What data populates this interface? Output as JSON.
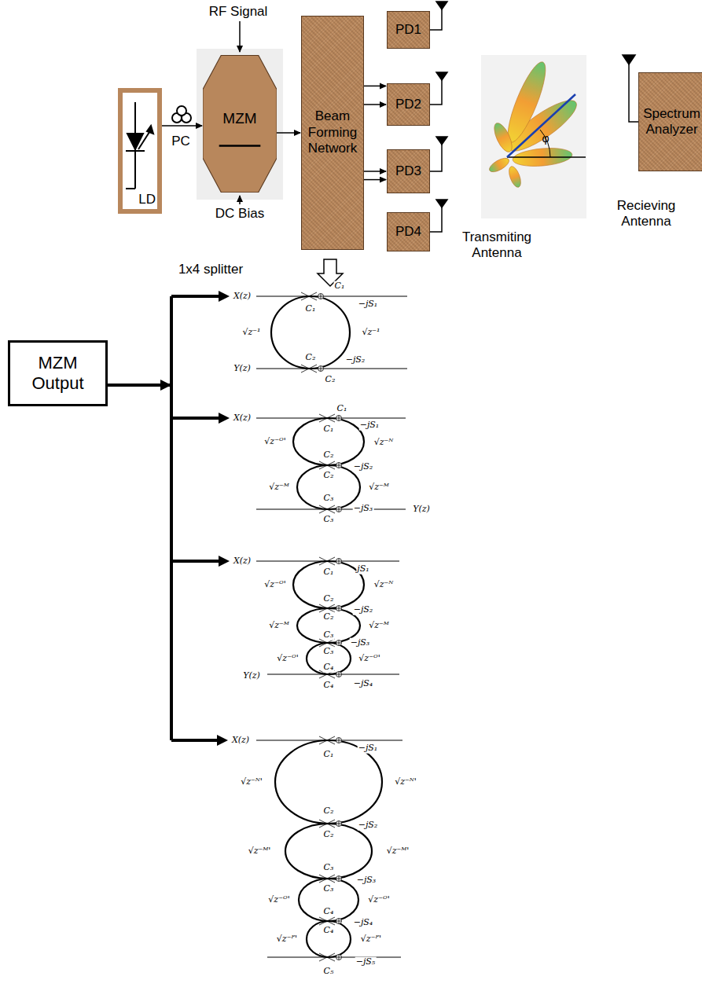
{
  "diagram": {
    "nodes": [
      {
        "text": [
          "LD"
        ]
      },
      {
        "text": [
          "MZM"
        ]
      },
      {
        "text": [
          "Beam Forming Network"
        ]
      },
      {
        "text": [
          "PD1"
        ]
      },
      {
        "text": [
          "PD2"
        ]
      },
      {
        "text": [
          "PD3"
        ]
      },
      {
        "text": [
          "PD4"
        ]
      },
      {
        "text": [
          "Spectrum Analyzer"
        ]
      },
      {
        "text": [
          "MZM Output"
        ]
      }
    ],
    "edges": [
      {
        "from": 0,
        "to": 1,
        "arrow": "to"
      },
      {
        "from": 1,
        "to": 2,
        "arrow": "to"
      },
      {
        "from": 2,
        "to": 3,
        "arrow": "to"
      },
      {
        "from": 2,
        "to": 4,
        "arrow": "to"
      },
      {
        "from": 2,
        "to": 5,
        "arrow": "to"
      },
      {
        "from": 2,
        "to": 6,
        "arrow": "to"
      }
    ],
    "labels": [
      "RF Signal",
      "DC Bias",
      "PC",
      "Transmiting Antenna",
      "Recieving Antenna",
      "1x4 splitter",
      "φ",
      "X(z)",
      "C₁",
      "−jS₁",
      "C₁",
      "√z⁻¹",
      "√z⁻¹",
      "C₂",
      "−jS₂",
      "Y(z)",
      "C₂",
      "X(z)",
      "C₁",
      "−jS₁",
      "C₁",
      "√z⁻ᴼ'",
      "√z⁻ᴺ",
      "C₂",
      "−jS₂",
      "C₂",
      "√z⁻ᴹ",
      "√z⁻ᴹ",
      "C₃",
      "−jS₃",
      "Y(z)",
      "C₃",
      "X(z)",
      "jS₁",
      "C₁",
      "√z⁻ᴼ'",
      "√z⁻ᴺ",
      "C₂",
      "−jS₂",
      "C₂",
      "√z⁻ᴹ",
      "√z⁻ᴹ",
      "C₃",
      "−jS₃",
      "C₃",
      "√z⁻ᴼ'",
      "√z⁻ᴼ'",
      "C₄",
      "−jS₄",
      "Y(z)",
      "C₄",
      "X(z)",
      "−jS₁",
      "C₁",
      "√z⁻ᴺ'",
      "√z⁻ᴺ'",
      "C₂",
      "−jS₂",
      "C₂",
      "√z⁻ᴹ'",
      "√z⁻ᴹ'",
      "C₃",
      "−jS₃",
      "C₃",
      "√z⁻ᴼ'",
      "√z⁻ᴼ'",
      "C₄",
      "−jS₄",
      "C₄",
      "√z⁻ᴾ'",
      "√z⁻ᴾ'",
      "−jS₅",
      "C₅"
    ]
  }
}
